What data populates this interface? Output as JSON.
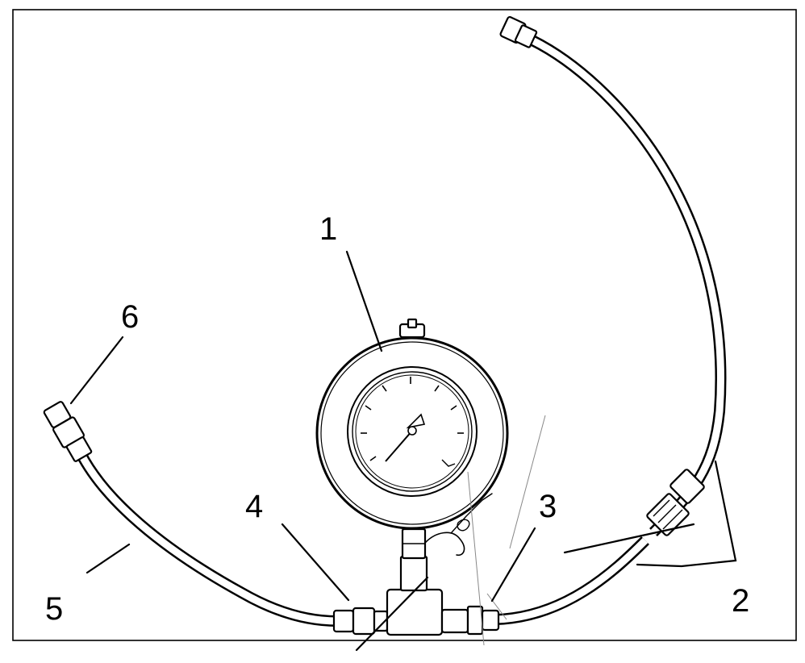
{
  "callouts": {
    "c1": "1",
    "c2": "2",
    "c3": "3",
    "c4": "4",
    "c5": "5",
    "c6": "6"
  },
  "colors": {
    "line": "#000000",
    "background": "#ffffff"
  },
  "icons": {
    "gauge": "pressure-gauge-icon",
    "hose": "hose-icon",
    "fitting": "fitting-icon"
  }
}
